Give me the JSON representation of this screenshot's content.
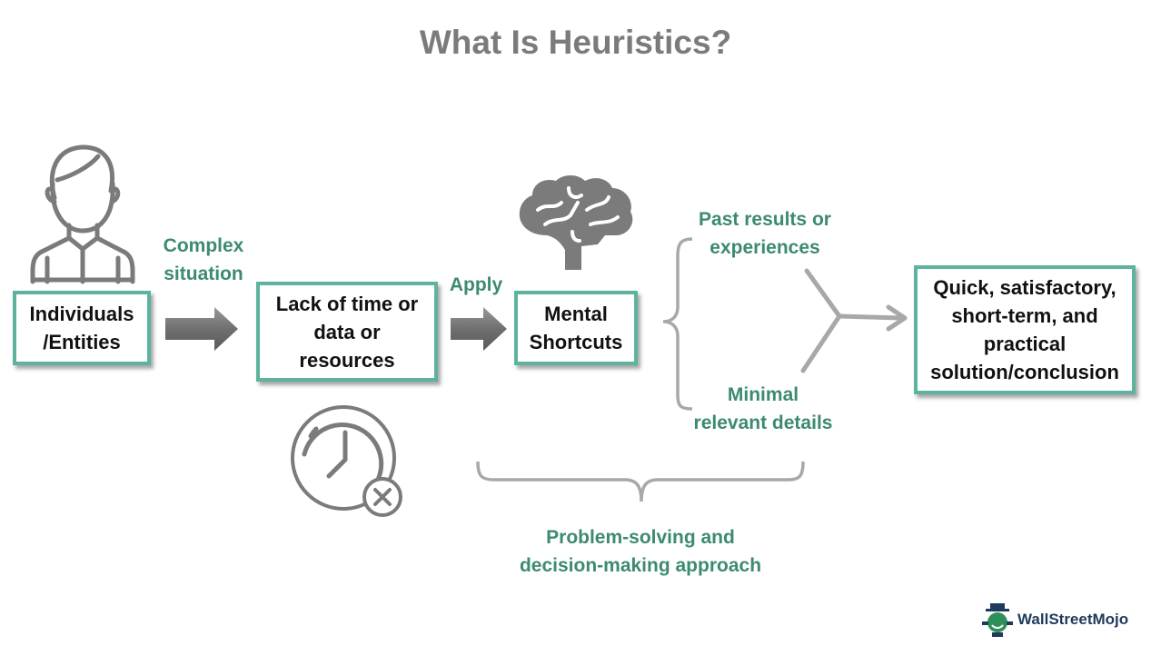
{
  "title": "What Is Heuristics?",
  "boxes": {
    "individuals": "Individuals\n/Entities",
    "lack": "Lack of time or\ndata or\nresources",
    "mental": "Mental\nShortcuts",
    "solution": "Quick, satisfactory,\nshort-term, and\npractical\nsolution/conclusion"
  },
  "labels": {
    "complex": "Complex\nsituation",
    "apply": "Apply",
    "past": "Past results or\nexperiences",
    "minimal": "Minimal\nrelevant details",
    "approach": "Problem-solving and\ndecision-making approach"
  },
  "logo": {
    "text": "WallStreetMojo"
  },
  "icons": [
    "person-icon",
    "brain-icon",
    "clock-cancel-icon",
    "wallstreetmojo-logo-icon"
  ],
  "colors": {
    "accent": "#5db39d",
    "label": "#3d8a72",
    "icon": "#7b7b7b",
    "title": "#7b7b7b"
  }
}
